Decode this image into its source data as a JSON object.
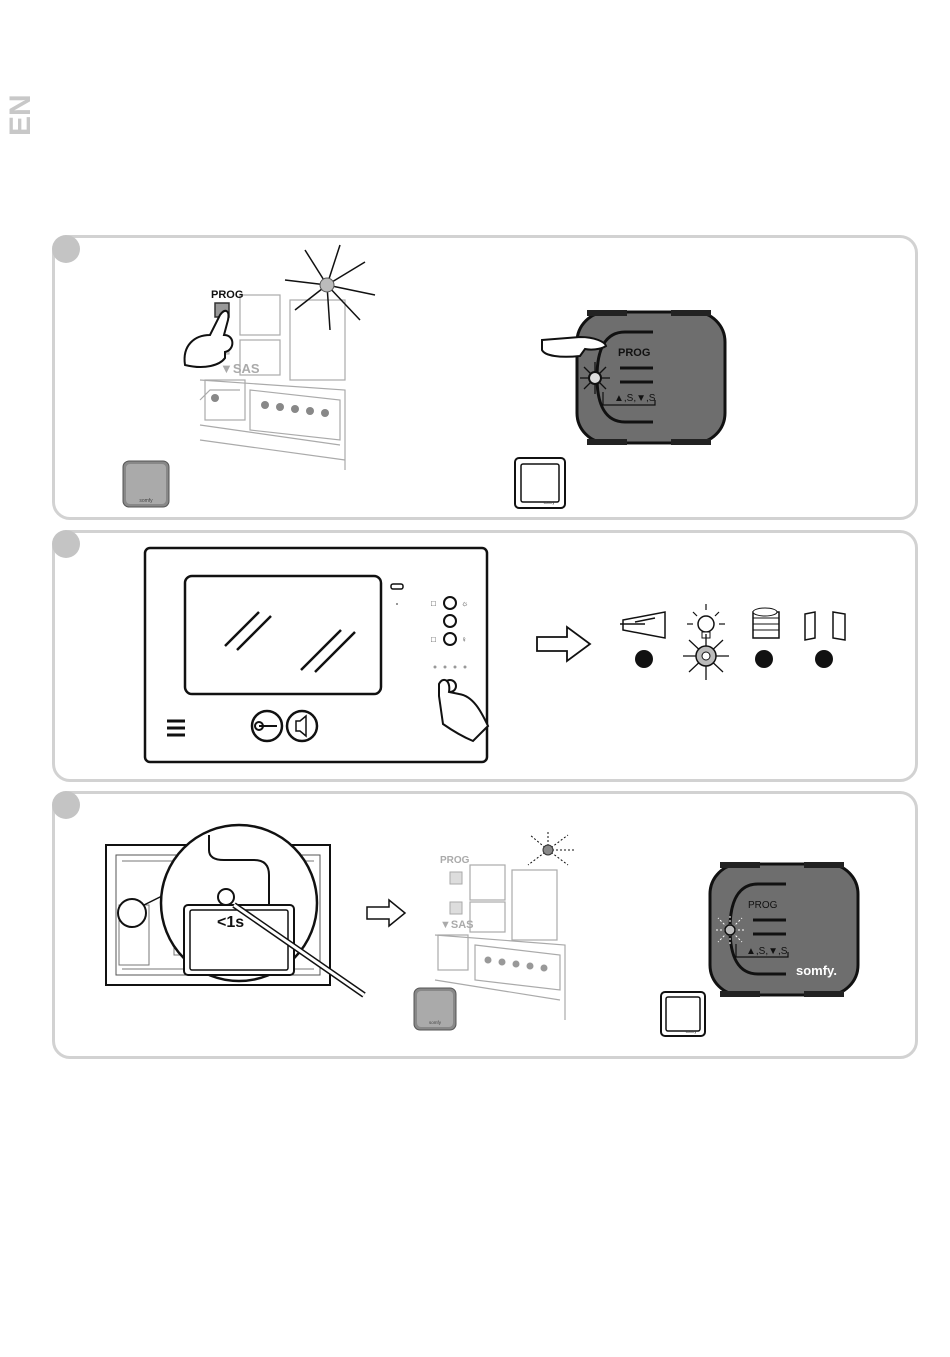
{
  "language_tab": "EN",
  "step1": {
    "prog_label_board": "PROG",
    "prog_label_receiver": "PROG",
    "receiver_keys": "▲,S,▼,S"
  },
  "step2": {},
  "step3": {
    "timer_label": "<1s",
    "prog_label_board": "PROG",
    "prog_label_receiver": "PROG",
    "receiver_keys": "▲,S,▼,S",
    "brand": "somfy."
  },
  "colors": {
    "panel_border": "#d2d2d2",
    "step_dot": "#c4c4c4",
    "receiver_body": "#6e6e6e",
    "line_art": "#1a1a1a"
  }
}
